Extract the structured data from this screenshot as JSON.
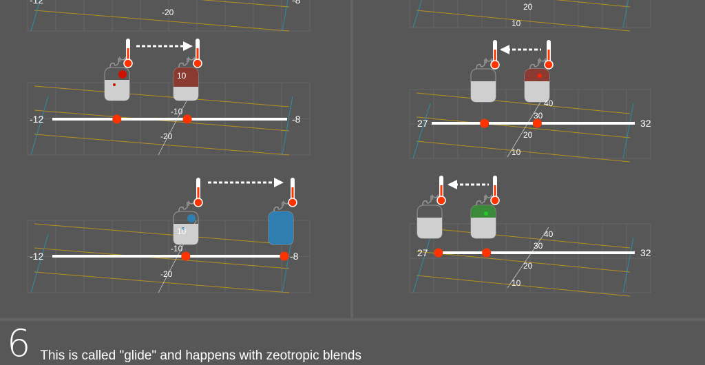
{
  "caption": {
    "step_number": "6",
    "text": "This is called \"glide\" and happens with zeotropic blends"
  },
  "colors": {
    "background": "#575757",
    "slider_dot": "#ff3300",
    "grid_amber": "#b8921e",
    "grid_teal": "#2a8fa8",
    "liquid_red": "#8a3a30",
    "liquid_blue": "#2e7fb0",
    "liquid_green": "#3a8a3a",
    "cylinder": "#cfcfcf"
  },
  "top_fragments": {
    "left": {
      "min": "-12",
      "axis": "-20",
      "max": "-8"
    },
    "right": {
      "axis_a": "20",
      "axis_b": "10"
    }
  },
  "panels": [
    {
      "id": "left-top",
      "slider_min": "-12",
      "slider_max": "-8",
      "range": [
        -12,
        -8
      ],
      "values": [
        -10.9,
        -9.7
      ],
      "axis_labels": [
        "10",
        "-10",
        "-20"
      ],
      "arrow": "right",
      "cylinders": [
        "gray-with-drops-red",
        "red-filled"
      ]
    },
    {
      "id": "left-bottom",
      "slider_min": "-12",
      "slider_max": "-8",
      "range": [
        -12,
        -8
      ],
      "values": [
        -9.7,
        -8.0
      ],
      "axis_labels": [
        "10",
        "-10",
        "-20"
      ],
      "arrow": "right",
      "cylinders": [
        "gray-with-drops-blue",
        "blue-filled"
      ]
    },
    {
      "id": "right-top",
      "slider_min": "27",
      "slider_max": "32",
      "range": [
        27,
        32
      ],
      "values": [
        28.3,
        29.6
      ],
      "axis_labels": [
        "40",
        "30",
        "20",
        "10"
      ],
      "arrow": "left",
      "cylinders": [
        "gray",
        "red-partial"
      ]
    },
    {
      "id": "right-bottom",
      "slider_min": "27",
      "slider_max": "32",
      "range": [
        27,
        32
      ],
      "values": [
        27.1,
        28.3
      ],
      "axis_labels": [
        "40",
        "30",
        "20",
        "10"
      ],
      "arrow": "left",
      "cylinders": [
        "gray",
        "green-partial"
      ]
    }
  ]
}
